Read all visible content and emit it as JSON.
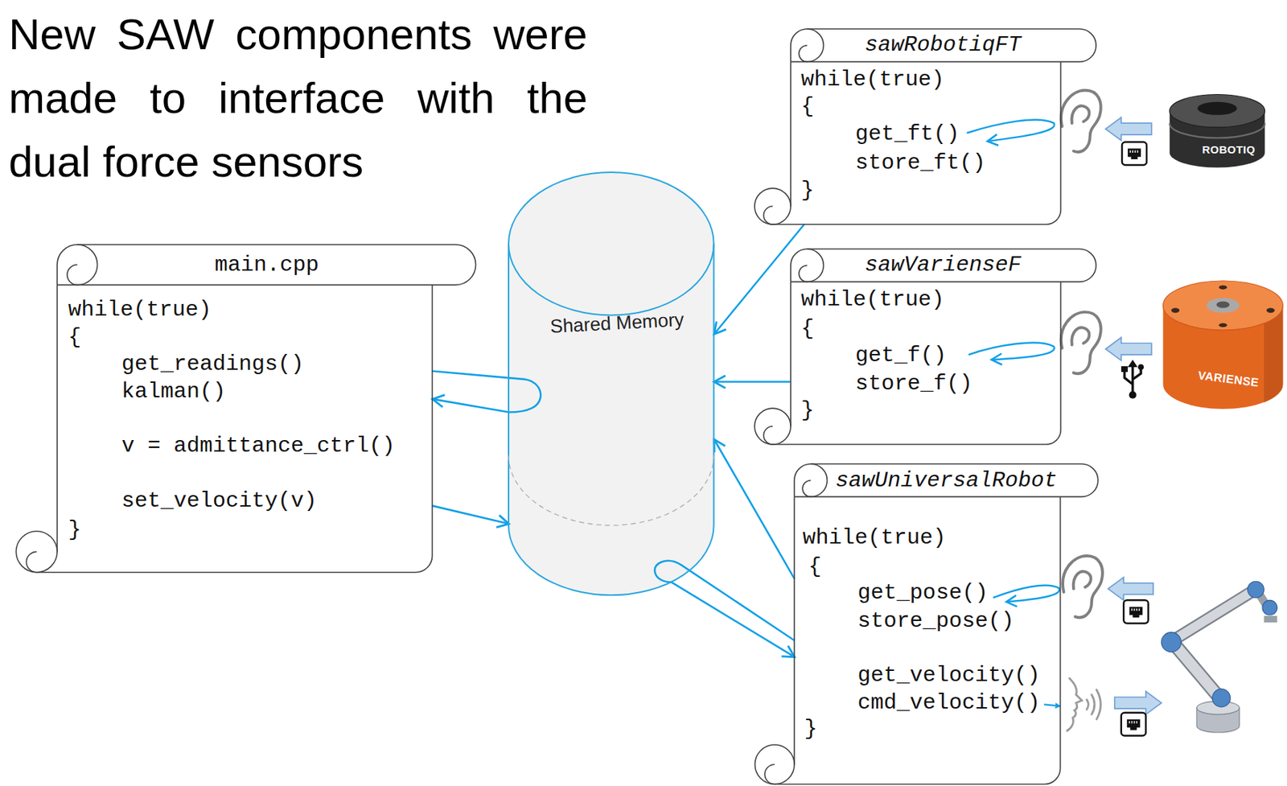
{
  "diagram": {
    "nodes": [
      {
        "text": [
          "main.cpp",
          "while(true)",
          "{",
          "get_readings()",
          "kalman()",
          "v = admittance_ctrl()",
          "set_velocity(v)",
          "}"
        ]
      },
      {
        "text": [
          "Shared Memory"
        ]
      },
      {
        "text": [
          "sawRobotiqFT",
          "while(true)",
          "{",
          "get_ft()",
          "store_ft()",
          "}"
        ]
      },
      {
        "text": [
          "sawVarienseF",
          "while(true)",
          "{",
          "get_f()",
          "store_f()",
          "}"
        ]
      },
      {
        "text": [
          "sawUniversalRobot",
          "while(true)",
          "{",
          "get_pose()",
          "store_pose()",
          "get_velocity()",
          "cmd_velocity()",
          "}"
        ]
      }
    ],
    "edges": [
      {
        "from": 1,
        "to": 0,
        "arrow": "to"
      },
      {
        "from": 0,
        "to": 1,
        "arrow": "to"
      },
      {
        "from": 2,
        "to": 1,
        "arrow": "to"
      },
      {
        "from": 3,
        "to": 1,
        "arrow": "to"
      },
      {
        "from": 4,
        "to": 1,
        "arrow": "to"
      },
      {
        "from": 1,
        "to": 4,
        "arrow": "to"
      }
    ],
    "labels": [
      "New SAW components were made to interface with the dual force sensors",
      "ROBOTIQ",
      "VARIENSE"
    ]
  }
}
